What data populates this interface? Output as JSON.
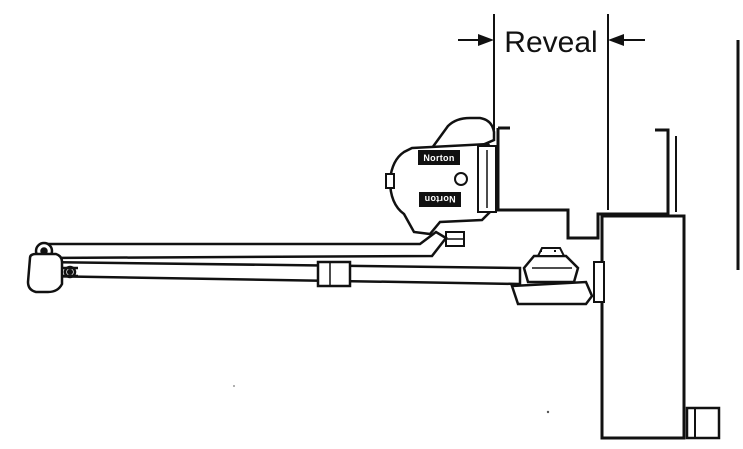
{
  "diagram": {
    "dimension_label": "Reveal",
    "closer_brand_top": "Norton",
    "closer_brand_bottom": "Norton",
    "ink_color": "#111111",
    "paper_color": "#ffffff"
  }
}
